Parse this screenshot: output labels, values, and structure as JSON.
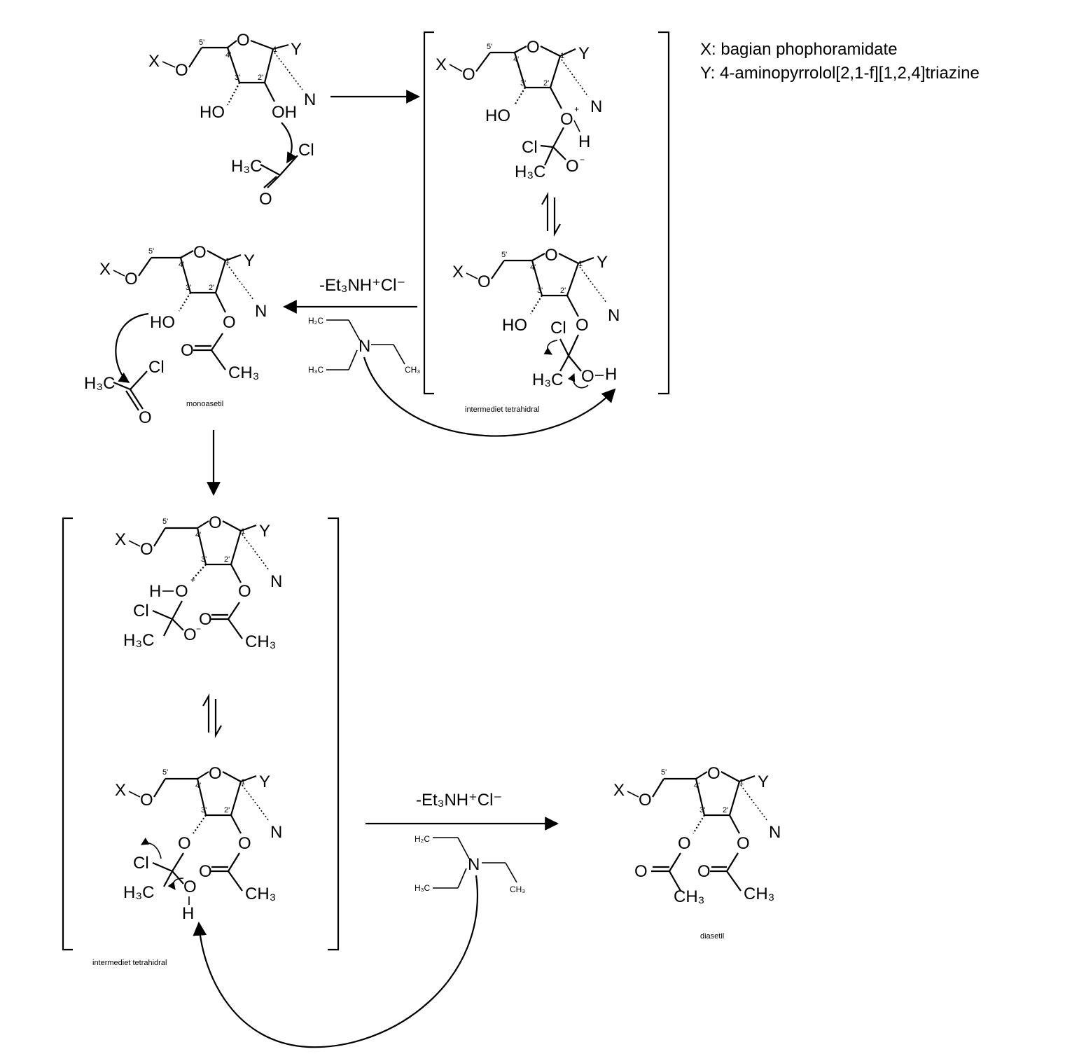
{
  "legend": {
    "x_line": "X: bagian phophoramidate",
    "y_line": "Y: 4-aminopyrrolol[2,1-f][1,2,4]triazine"
  },
  "atoms": {
    "X": "X",
    "Y": "Y",
    "O": "O",
    "N": "N",
    "HO": "HO",
    "OH": "OH",
    "Cl": "Cl",
    "H": "H",
    "H3C": "H₃C",
    "CH3": "CH₃",
    "pos5": "5'",
    "pos4": "4'",
    "pos3": "3'",
    "pos2": "2'",
    "pos1": "1'"
  },
  "reagent": {
    "base_removed": "-Et₃NH⁺Cl⁻",
    "H2C": "H₂C",
    "H3C": "H₃C",
    "CH3": "CH₃",
    "N": "N"
  },
  "captions": {
    "monoacetyl": "monoasetil",
    "tetrahedral": "intermediet tetrahidral",
    "diacetyl": "diasetil"
  }
}
